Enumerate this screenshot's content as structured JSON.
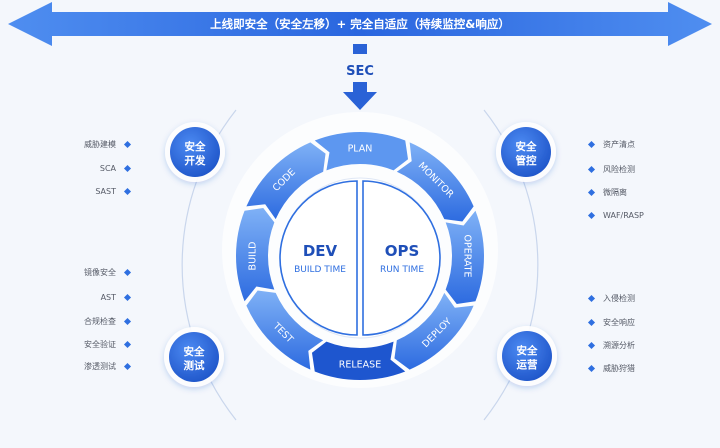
{
  "banner": {
    "text": "上线即安全（安全左移）+ 完全自适应（持续监控&响应）"
  },
  "sec_label": "SEC",
  "center": {
    "dev_title": "DEV",
    "dev_sub": "BUILD TIME",
    "ops_title": "OPS",
    "ops_sub": "RUN TIME"
  },
  "phases": [
    {
      "label": "PLAN"
    },
    {
      "label": "MONITOR"
    },
    {
      "label": "OPERATE"
    },
    {
      "label": "DEPLOY"
    },
    {
      "label": "RELEASE"
    },
    {
      "label": "TEST"
    },
    {
      "label": "BUILD"
    },
    {
      "label": "CODE"
    }
  ],
  "badges": {
    "dev": {
      "line1": "安全",
      "line2": "开发"
    },
    "test": {
      "line1": "安全",
      "line2": "测试"
    },
    "control": {
      "line1": "安全",
      "line2": "管控"
    },
    "ops": {
      "line1": "安全",
      "line2": "运营"
    }
  },
  "lists": {
    "dev": [
      "威胁建模",
      "SCA",
      "SAST"
    ],
    "test": [
      "镜像安全",
      "AST",
      "合规检查",
      "安全验证",
      "渗透测试"
    ],
    "control": [
      "资产清点",
      "风险检测",
      "微隔离",
      "WAF/RASP"
    ],
    "ops": [
      "入侵检测",
      "安全响应",
      "溯源分析",
      "威胁狩猎"
    ]
  },
  "colors": {
    "primary": "#2f6fe0",
    "light": "#6aa5f5",
    "badge": "#2a62d6"
  }
}
